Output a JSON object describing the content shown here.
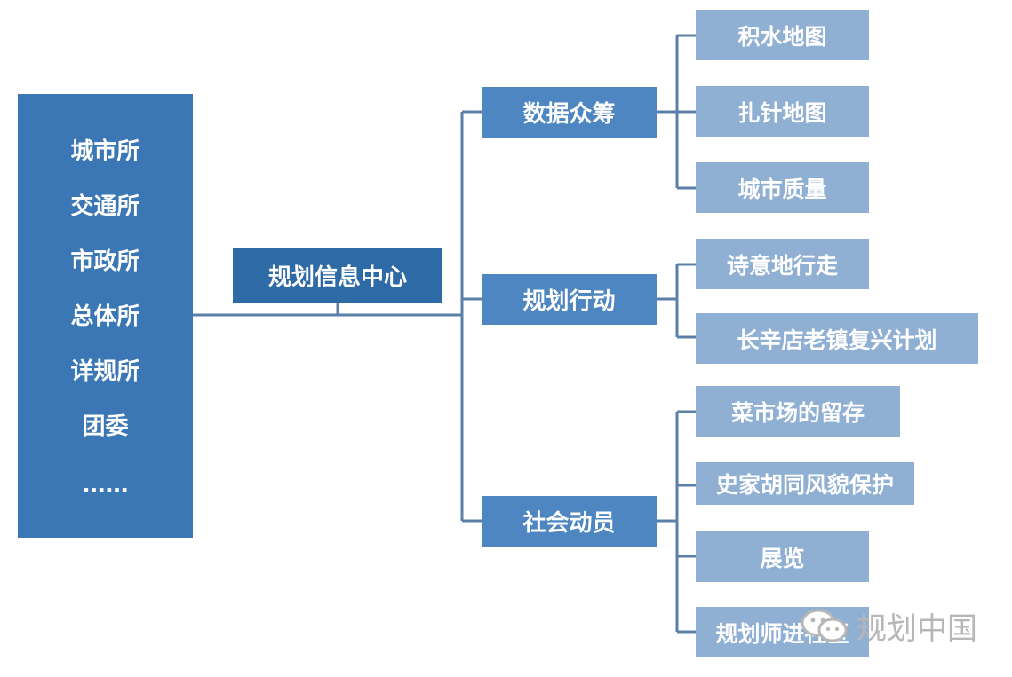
{
  "left_panel": {
    "items": [
      "城市所",
      "交通所",
      "市政所",
      "总体所",
      "详规所",
      "团委",
      "……"
    ]
  },
  "center_node": "规划信息中心",
  "branches": [
    {
      "label": "数据众筹",
      "children": [
        "积水地图",
        "扎针地图",
        "城市质量"
      ]
    },
    {
      "label": "规划行动",
      "children": [
        "诗意地行走",
        "长辛店老镇复兴计划"
      ]
    },
    {
      "label": "社会动员",
      "children": [
        "菜市场的留存",
        "史家胡同风貌保护",
        "展览",
        "规划师进社区"
      ]
    }
  ],
  "watermark": {
    "text": "规划中国",
    "icon": "wechat-icon"
  },
  "colors": {
    "left_panel": "#3b77b4",
    "center": "#2e6aa6",
    "branch": "#4d86c0",
    "leaf": "#8fafd3",
    "connector": "#5b7fa6"
  }
}
